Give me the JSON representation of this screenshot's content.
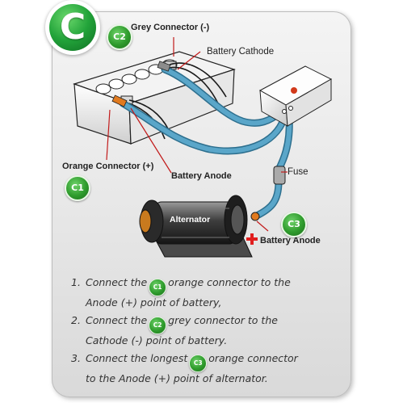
{
  "section_letter": "C",
  "labels": {
    "grey_connector": "Grey Connector (-)",
    "battery_cathode": "Battery Cathode",
    "orange_connector": "Orange Connector",
    "orange_sign": "(+)",
    "battery_anode_top": "Battery Anode",
    "fuse": "Fuse",
    "alternator": "Alternator",
    "battery_anode_bottom": "Battery Anode"
  },
  "badges": {
    "c1": "C1",
    "c2": "C2",
    "c3": "C3"
  },
  "steps": [
    {
      "num": "1.",
      "before": "Connect the",
      "badge": "C1",
      "after": "orange connector to the",
      "line2": "Anode (+) point of battery,"
    },
    {
      "num": "2.",
      "before": "Connect the",
      "badge": "C2",
      "after": "grey connector to the",
      "line2": "Cathode (-) point of battery."
    },
    {
      "num": "3.",
      "before": "Connect the longest",
      "badge": "C3",
      "after": "orange connector",
      "line2": "to the Anode (+) point of alternator."
    }
  ],
  "colors": {
    "cable": "#5aa6c9",
    "badge_green": "#2e9b2c",
    "plus_red": "#e01e1e"
  }
}
